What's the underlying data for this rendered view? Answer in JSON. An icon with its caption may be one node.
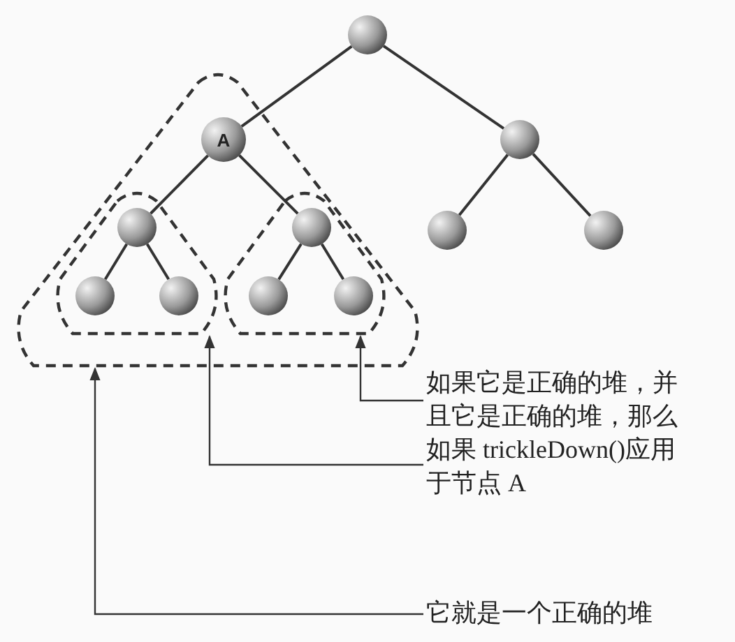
{
  "diagram": {
    "nodes": [
      {
        "text": [],
        "shape": "circle"
      },
      {
        "text": [],
        "shape": "triangle"
      },
      {
        "text": [
          "A"
        ],
        "in": 1
      },
      {
        "text": [],
        "shape": "triangle",
        "in": 1
      },
      {
        "text": [],
        "shape": "circle",
        "in": 3
      },
      {
        "text": [],
        "shape": "circle",
        "in": 3
      },
      {
        "text": [],
        "shape": "circle",
        "in": 3
      },
      {
        "text": [],
        "shape": "triangle",
        "in": 1
      },
      {
        "text": [],
        "shape": "circle",
        "in": 7
      },
      {
        "text": [],
        "shape": "circle",
        "in": 7
      },
      {
        "text": [],
        "shape": "circle",
        "in": 7
      },
      {
        "text": [],
        "shape": "circle"
      },
      {
        "text": [],
        "shape": "circle"
      },
      {
        "text": [],
        "shape": "circle"
      },
      {
        "text": [
          "如果它是正确的堆，并且它是正确的堆，那么"
        ]
      },
      {
        "text": [
          "如果 trickleDown()应用于节点 A"
        ]
      },
      {
        "text": [
          "它就是一个正确的堆"
        ]
      }
    ],
    "edges": [
      {
        "from": 0,
        "to": 2,
        "arrow": "none"
      },
      {
        "from": 0,
        "to": 11,
        "arrow": "none"
      },
      {
        "from": 2,
        "to": 4,
        "arrow": "none"
      },
      {
        "from": 2,
        "to": 8,
        "arrow": "none"
      },
      {
        "from": 4,
        "to": 5,
        "arrow": "none"
      },
      {
        "from": 4,
        "to": 6,
        "arrow": "none"
      },
      {
        "from": 8,
        "to": 9,
        "arrow": "none"
      },
      {
        "from": 8,
        "to": 10,
        "arrow": "none"
      },
      {
        "from": 11,
        "to": 12,
        "arrow": "none"
      },
      {
        "from": 11,
        "to": 13,
        "arrow": "none"
      },
      {
        "from": 14,
        "to": 7,
        "arrow": "to"
      },
      {
        "from": 15,
        "to": 3,
        "arrow": "to"
      },
      {
        "from": 16,
        "to": 1,
        "arrow": "to"
      }
    ]
  }
}
